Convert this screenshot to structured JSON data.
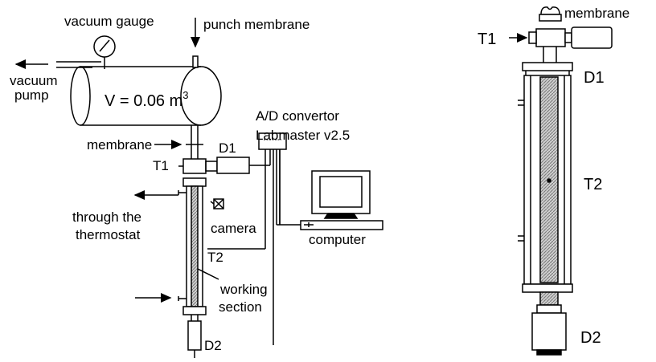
{
  "left_diagram": {
    "labels": {
      "vacuum_gauge": "vacuum gauge",
      "punch_membrane": "punch membrane",
      "vacuum": "vacuum",
      "pump": "pump",
      "volume_prefix": "V = 0.06 m",
      "volume_exp": "3",
      "ad_convertor": "A/D convertor",
      "labmaster": "Labmaster v2.5",
      "membrane": "membrane",
      "d1": "D1",
      "t1": "T1",
      "through_the": "through the",
      "thermostat": "thermostat",
      "camera": "camera",
      "computer": "computer",
      "t2": "T2",
      "working": "working",
      "section": "section",
      "d2": "D2"
    }
  },
  "right_diagram": {
    "labels": {
      "membrane": "membrane",
      "t1": "T1",
      "d1": "D1",
      "t2": "T2",
      "d2": "D2"
    }
  }
}
